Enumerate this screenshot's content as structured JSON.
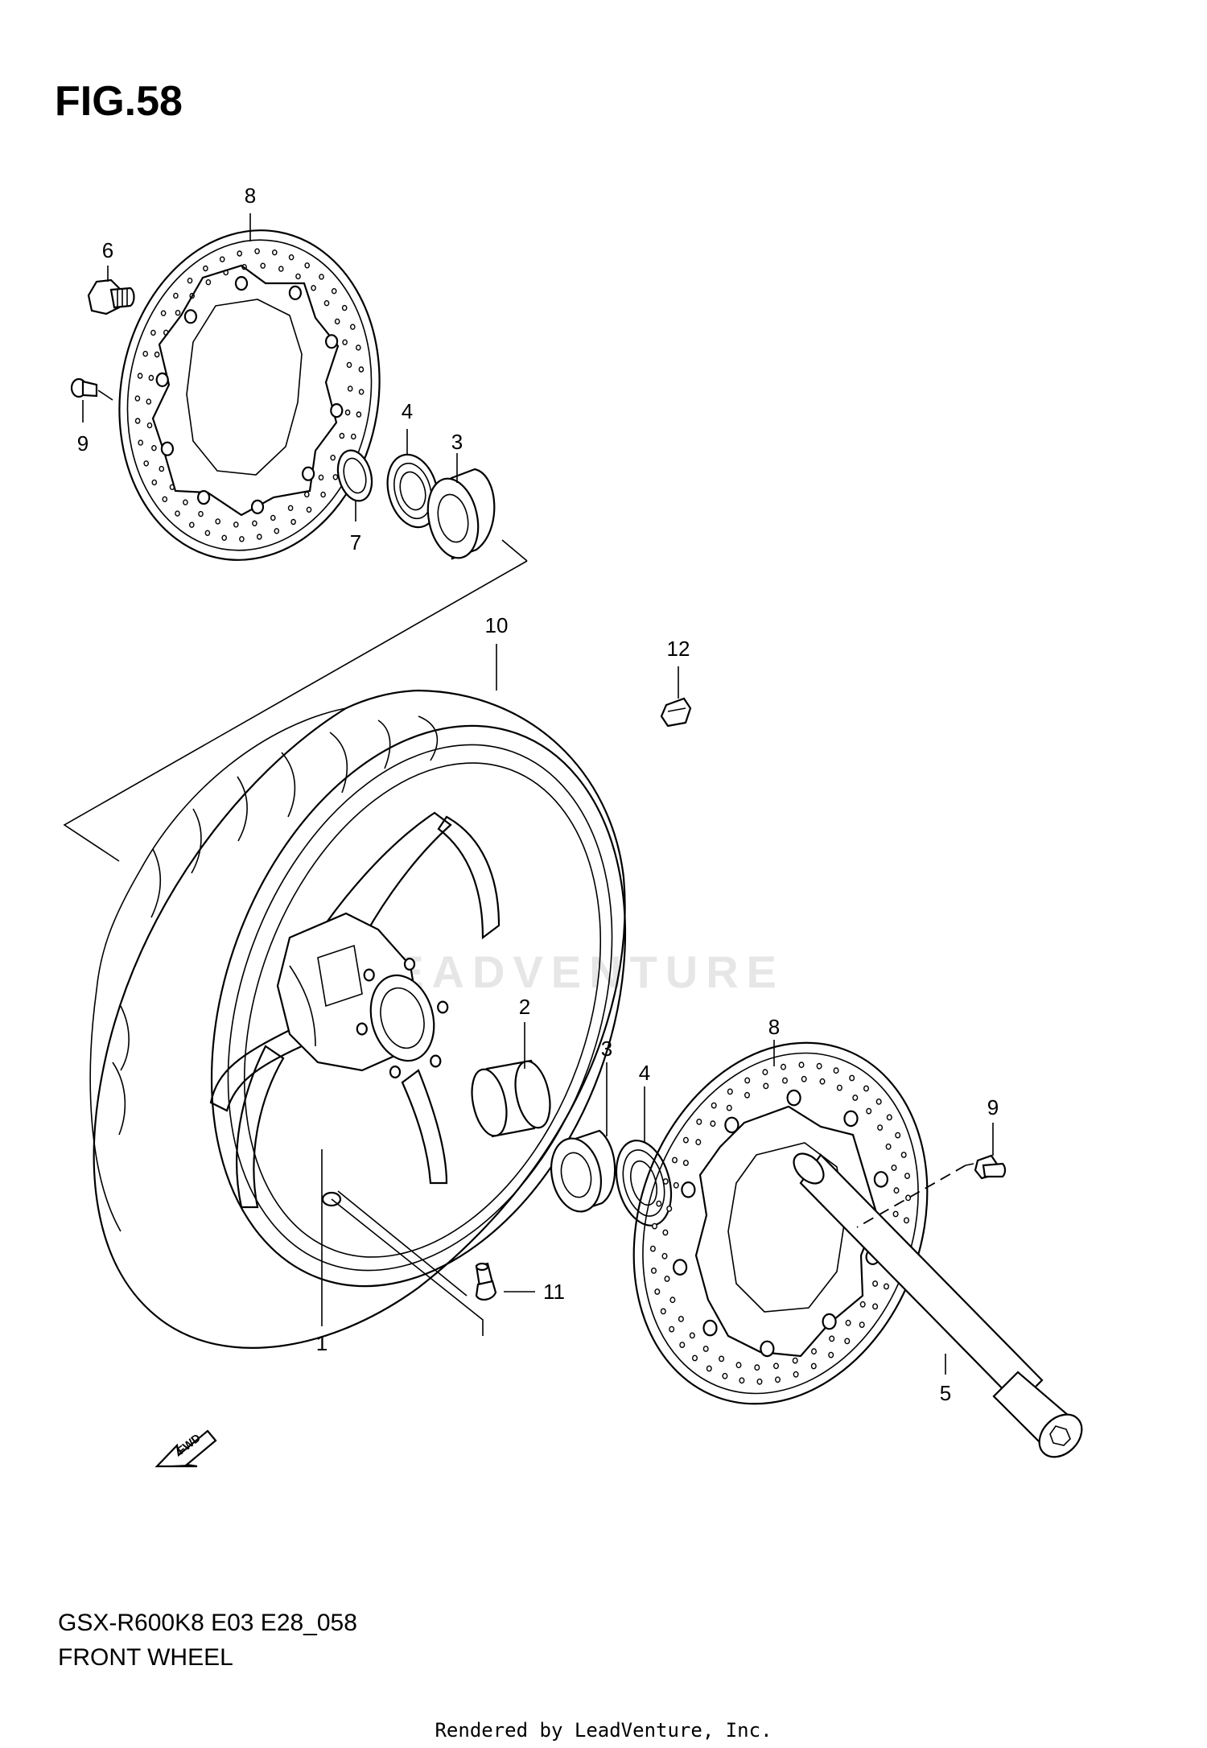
{
  "figure": {
    "title": "FIG.58"
  },
  "model": {
    "code": "GSX-R600K8 E03 E28_058",
    "name": "FRONT WHEEL"
  },
  "footer": {
    "text": "Rendered by LeadVenture, Inc."
  },
  "watermark": {
    "text": "LEADVENTURE"
  },
  "fwd_marker": {
    "label": "FWD"
  },
  "callouts": [
    {
      "id": "c8a",
      "label": "8"
    },
    {
      "id": "c6",
      "label": "6"
    },
    {
      "id": "c9a",
      "label": "9"
    },
    {
      "id": "c4a",
      "label": "4"
    },
    {
      "id": "c3a",
      "label": "3"
    },
    {
      "id": "c7",
      "label": "7"
    },
    {
      "id": "c10",
      "label": "10"
    },
    {
      "id": "c12",
      "label": "12"
    },
    {
      "id": "c2",
      "label": "2"
    },
    {
      "id": "c3b",
      "label": "3"
    },
    {
      "id": "c4b",
      "label": "4"
    },
    {
      "id": "c8b",
      "label": "8"
    },
    {
      "id": "c9b",
      "label": "9"
    },
    {
      "id": "c11",
      "label": "11"
    },
    {
      "id": "c1",
      "label": "1"
    },
    {
      "id": "c5",
      "label": "5"
    }
  ]
}
